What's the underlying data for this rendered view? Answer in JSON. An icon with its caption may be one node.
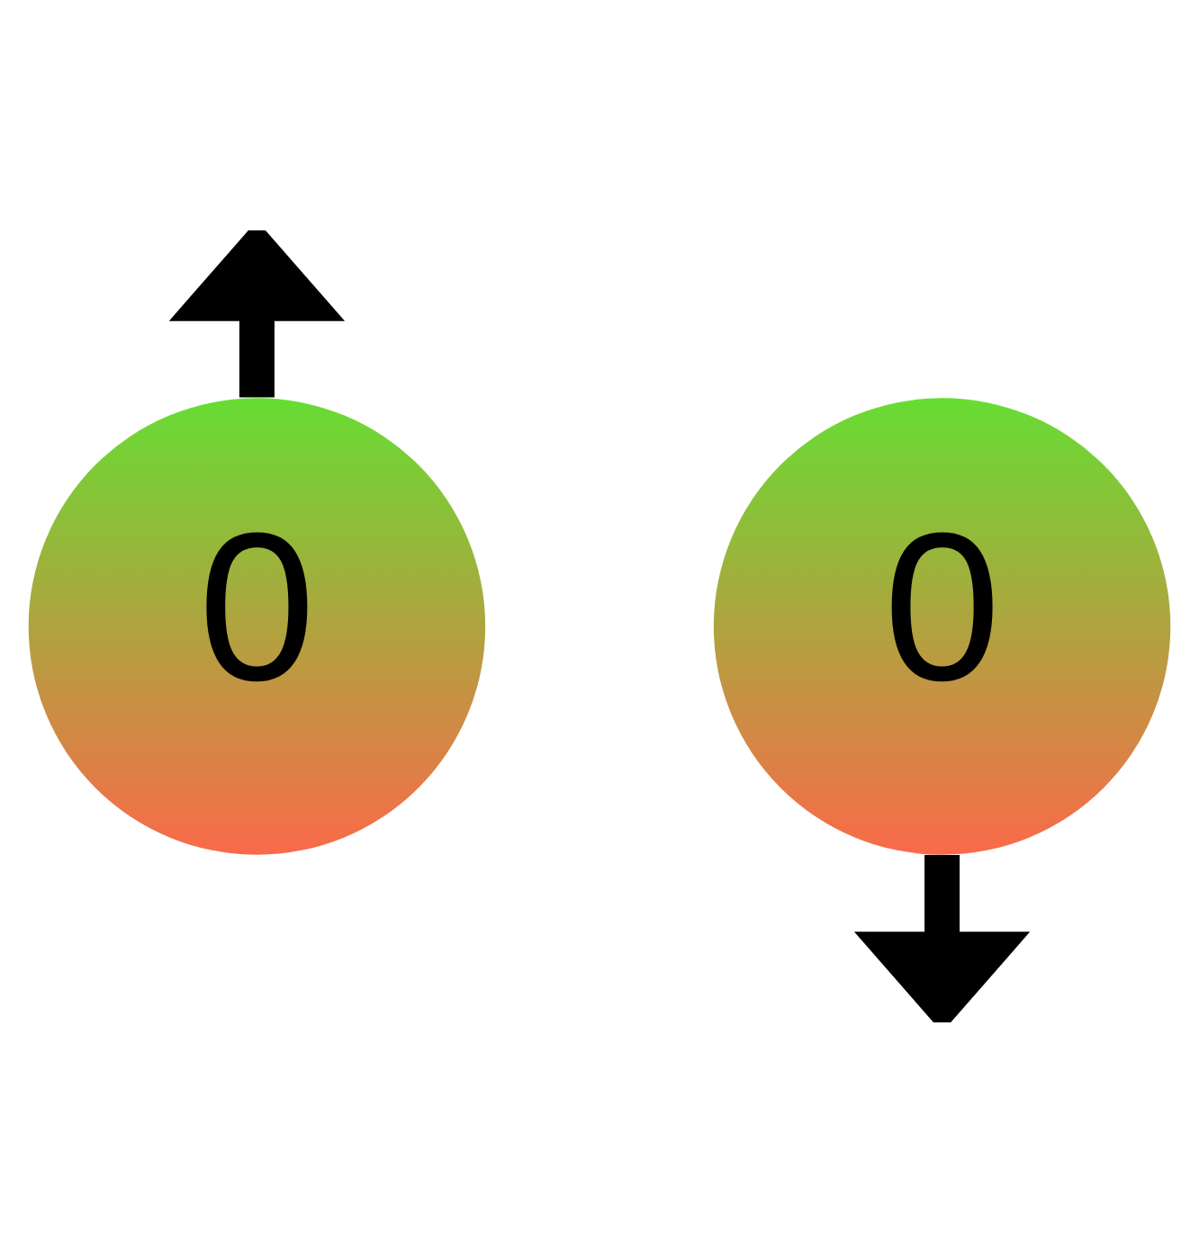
{
  "diagram": {
    "nodes": [
      {
        "text": [
          "0"
        ]
      },
      {
        "text": [
          "0"
        ]
      }
    ],
    "edges": [
      {
        "from": 0,
        "to": null,
        "arrow": "to"
      },
      {
        "from": 1,
        "to": null,
        "arrow": "to"
      }
    ]
  }
}
